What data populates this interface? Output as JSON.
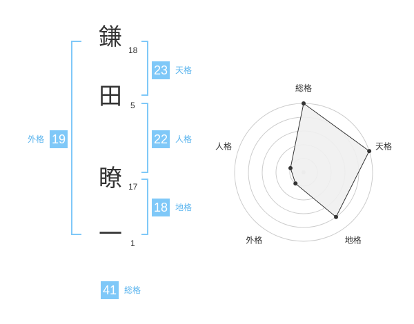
{
  "name": {
    "chars": [
      "鎌",
      "田",
      "瞭",
      "一"
    ],
    "strokes": [
      "18",
      "5",
      "17",
      "1"
    ]
  },
  "fortune": {
    "tenkaku": {
      "value": "23",
      "label": "天格"
    },
    "jinkaku": {
      "value": "22",
      "label": "人格"
    },
    "chikaku": {
      "value": "18",
      "label": "地格"
    },
    "gaikaku": {
      "value": "19",
      "label": "外格"
    },
    "soukaku": {
      "value": "41",
      "label": "総格"
    }
  },
  "colors": {
    "accent": "#7fc8f8",
    "accent_text": "#5ab4ee",
    "bracket": "#7fc8f8",
    "radar_fill": "#f0f0f0",
    "radar_line": "#333333"
  },
  "chart_data": {
    "type": "radar",
    "axes": [
      "総格",
      "天格",
      "地格",
      "外格",
      "人格"
    ],
    "levels": 5,
    "values": [
      5,
      5,
      4,
      1,
      1
    ],
    "max": 5
  }
}
